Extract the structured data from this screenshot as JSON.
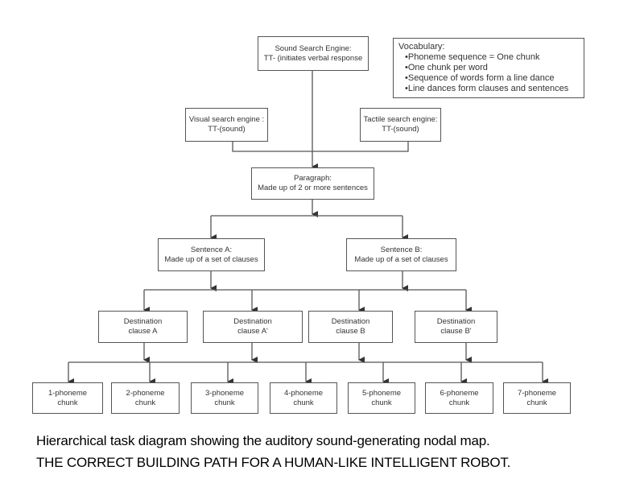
{
  "nodes": {
    "sound_engine": {
      "line1": "Sound Search Engine:",
      "line2": "TT- (initiates verbal response"
    },
    "visual_engine": {
      "line1": "Visual search engine :",
      "line2": "TT-(sound)"
    },
    "tactile_engine": {
      "line1": "Tactile search engine:",
      "line2": "TT-(sound)"
    },
    "paragraph": {
      "line1": "Paragraph:",
      "line2": "Made up of 2 or more sentences"
    },
    "sentences": [
      {
        "line1": "Sentence A:",
        "line2": "Made up of a set of clauses"
      },
      {
        "line1": "Sentence B:",
        "line2": "Made up of a set of clauses"
      }
    ],
    "clauses": [
      {
        "line1": "Destination",
        "line2": "clause A"
      },
      {
        "line1": "Destination",
        "line2": "clause A'"
      },
      {
        "line1": "Destination",
        "line2": "clause B"
      },
      {
        "line1": "Destination",
        "line2": "clause B'"
      }
    ],
    "chunks": [
      {
        "line1": "1-phoneme",
        "line2": "chunk"
      },
      {
        "line1": "2-phoneme",
        "line2": "chunk"
      },
      {
        "line1": "3-phoneme",
        "line2": "chunk"
      },
      {
        "line1": "4-phoneme",
        "line2": "chunk"
      },
      {
        "line1": "5-phoneme",
        "line2": "chunk"
      },
      {
        "line1": "6-phoneme",
        "line2": "chunk"
      },
      {
        "line1": "7-phoneme",
        "line2": "chunk"
      }
    ]
  },
  "vocabulary": {
    "title": "Vocabulary:",
    "items": [
      "•Phoneme sequence = One chunk",
      "•One chunk per word",
      "•Sequence of words form a line dance",
      "•Line dances form clauses and sentences"
    ]
  },
  "caption": {
    "line1": "Hierarchical task diagram showing the auditory sound-generating nodal map.",
    "line2": "THE CORRECT BUILDING PATH FOR A HUMAN-LIKE INTELLIGENT ROBOT."
  },
  "colors": {
    "line": "#555555",
    "arrow": "#333333",
    "text": "#333333"
  }
}
